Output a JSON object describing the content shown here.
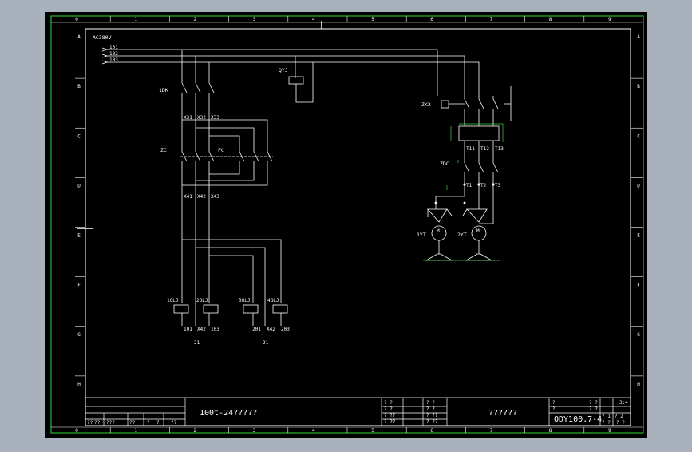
{
  "colors": {
    "outer_bg": "#a9b1bc",
    "sheet_bg": "#000000",
    "frame": "#2bb52b",
    "ink": "#ffffff",
    "accent_line": "#3cd23c"
  },
  "ruler": {
    "columns": [
      "0",
      "1",
      "2",
      "3",
      "4",
      "5",
      "6",
      "7",
      "8",
      "9"
    ],
    "rows": [
      "A",
      "B",
      "C",
      "D",
      "E",
      "F",
      "G",
      "H"
    ],
    "bottom_left_row": "G",
    "right_rows": [
      "A",
      "B",
      "C",
      "D",
      "E",
      "F",
      "G",
      "H"
    ]
  },
  "supply": {
    "title": "AC380V",
    "phases": [
      "101",
      "102",
      "103"
    ]
  },
  "left_circuit": {
    "main_switch": "1DK",
    "wires_top": [
      "X31",
      "X32",
      "X33"
    ],
    "contactor_left": "ZC",
    "contactor_right": "FC",
    "wires_mid": [
      "X41",
      "X42",
      "X43"
    ],
    "relays": [
      "1GLJ",
      "2GLJ",
      "3GLJ",
      "4GLJ"
    ],
    "terminals": [
      "101",
      "X42",
      "103",
      "201",
      "X42",
      "203"
    ],
    "group_labels": [
      "21",
      "21"
    ]
  },
  "right_circuit": {
    "indicator": "QYJ",
    "switch": "ZK2",
    "wires_top": [
      "T11",
      "T12",
      "T13"
    ],
    "contactor": "ZDC",
    "wires_bottom": [
      "T1",
      "T2",
      "T3"
    ],
    "motors": [
      "1YT",
      "2YT"
    ],
    "motor_symbol": "M"
  },
  "title_block": {
    "drawing_title": "100t-24?????",
    "center_text": "??????",
    "drawing_number": "QDY100.7-4",
    "left_cells": [
      "??",
      "??",
      "???",
      "??",
      "?",
      "?",
      "??"
    ],
    "mid_cells": [
      "? ?",
      "? ?",
      "? ??",
      "? ??",
      "? ??",
      "? ??",
      "??"
    ],
    "mid_cells2": [
      "? ?",
      "? ?",
      "? ?",
      "? ??",
      "? ??",
      "? ??"
    ],
    "right_cells": [
      "?",
      "? ?",
      "?",
      "? ?",
      "3:4"
    ],
    "sheet_info": [
      "? 1",
      "? 2",
      "? ?",
      "? ?"
    ]
  }
}
